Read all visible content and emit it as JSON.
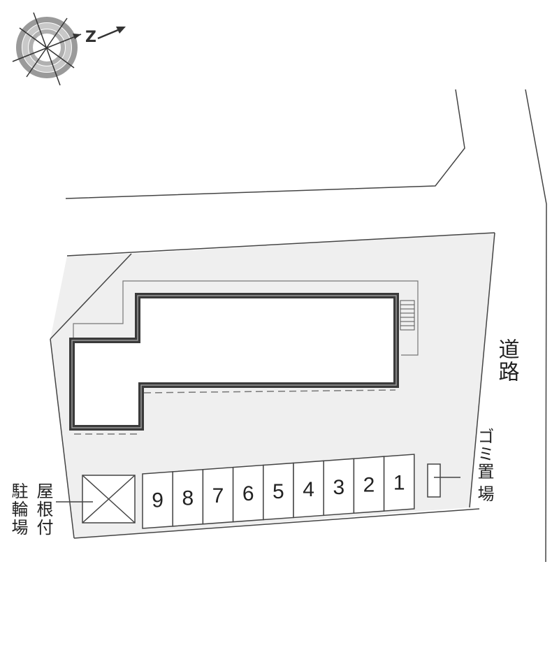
{
  "compass": {
    "north_label": "Z",
    "icon": "compass-rose-icon"
  },
  "road": {
    "label": "道路"
  },
  "building": {
    "icon": "building-outline-icon"
  },
  "parking": {
    "stalls": [
      "9",
      "8",
      "7",
      "6",
      "5",
      "4",
      "3",
      "2",
      "1"
    ]
  },
  "bicycle_parking": {
    "label_line1": "屋根付",
    "label_line2": "駐輪場",
    "icon": "covered-area-x-icon"
  },
  "garbage": {
    "label_line1": "ゴミ置",
    "label_line2": "場",
    "icon": "garbage-box-icon"
  },
  "colors": {
    "lot_fill": "#efefef",
    "outline": "#444444",
    "building_wall": "#3a3a3a",
    "compass_ring": "#8a8a8a"
  }
}
